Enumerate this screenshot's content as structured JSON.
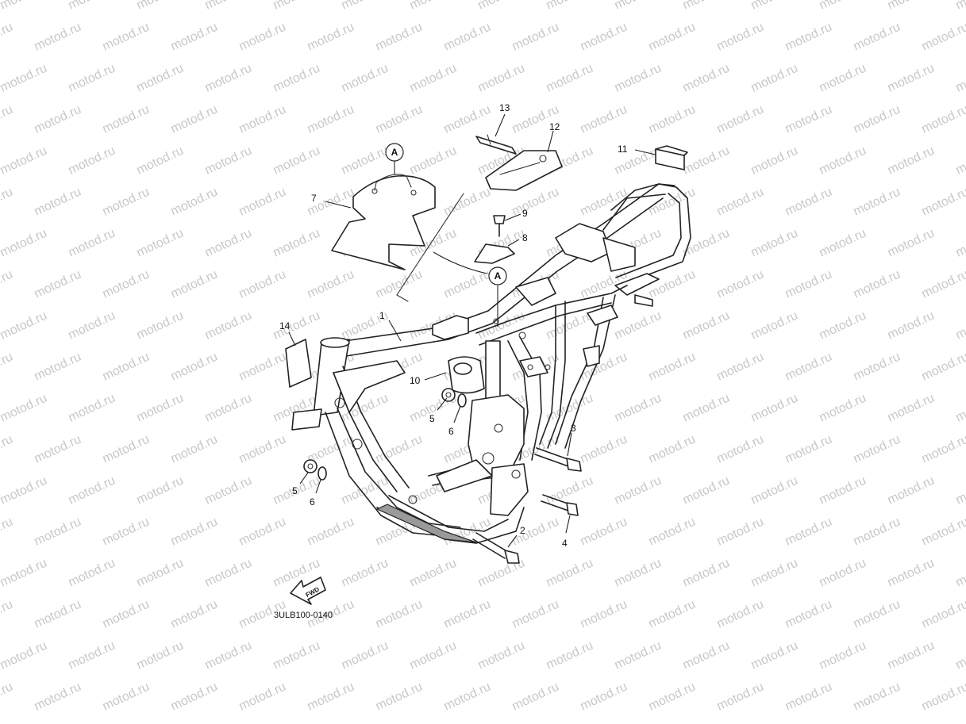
{
  "watermark": {
    "text": "motod.ru",
    "color": "#c8c8c8"
  },
  "diagram": {
    "part_numbers": [
      "1",
      "2",
      "3",
      "4",
      "5",
      "6",
      "5",
      "6",
      "7",
      "8",
      "9",
      "10",
      "11",
      "12",
      "13",
      "14"
    ],
    "reference_marker": "A",
    "direction_label": "FWD",
    "drawing_code": "3ULB100-0140"
  },
  "colors": {
    "line": "#222222",
    "background": "#ffffff",
    "shading": "#9a9a9a"
  }
}
